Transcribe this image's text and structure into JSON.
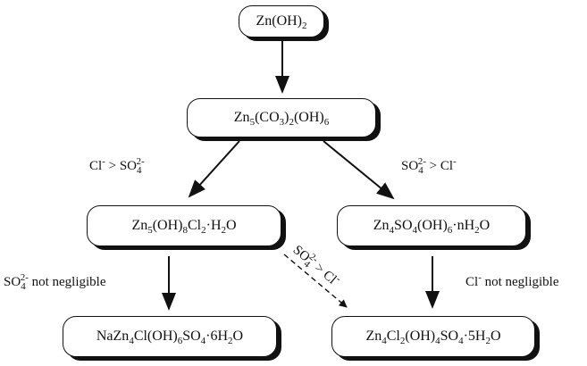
{
  "nodes": {
    "zn_oh2": {
      "text": "Zn(OH)",
      "sub1": "2"
    },
    "carbonate": {
      "p1": "Zn",
      "s1": "5",
      "p2": "(CO",
      "s2": "3",
      "p3": ")",
      "s3": "2",
      "p4": "(OH)",
      "s4": "6"
    },
    "chloride": {
      "p1": "Zn",
      "s1": "5",
      "p2": "(OH)",
      "s2": "8",
      "p3": "Cl",
      "s3": "2",
      "p4": "·H",
      "s4": "2",
      "p5": "O"
    },
    "sulfate": {
      "p1": "Zn",
      "s1": "4",
      "p2": "SO",
      "s2": "4",
      "p3": "(OH)",
      "s3": "6",
      "p4": "·nH",
      "s4": "2",
      "p5": "O"
    },
    "na_salt": {
      "p1": "NaZn",
      "s1": "4",
      "p2": "Cl(OH)",
      "s2": "6",
      "p3": "SO",
      "s3": "4",
      "p4": "·6H",
      "s4": "2",
      "p5": "O"
    },
    "mixed": {
      "p1": "Zn",
      "s1": "4",
      "p2": "Cl",
      "s2": "2",
      "p3": "(OH)",
      "s3": "4",
      "p4": "SO",
      "s4": "4",
      "p5": "·5H",
      "s5": "2",
      "p6": "O"
    }
  },
  "labels": {
    "left_condition": {
      "a": "Cl",
      "a_sup": "-",
      "op": " > ",
      "b": "SO",
      "b_sub": "4",
      "b_sup": "2-"
    },
    "right_condition": {
      "a": "SO",
      "a_sub": "4",
      "a_sup": "2-",
      "op": " > ",
      "b": "Cl",
      "b_sup": "-"
    },
    "diag_condition": {
      "a": "SO",
      "a_sub": "4",
      "a_sup": "2-",
      "op": " > ",
      "b": "Cl",
      "b_sup": "-"
    },
    "sulfate_note": {
      "a": "SO",
      "a_sub": "4",
      "a_sup": "2-",
      "rest": " not negligible"
    },
    "chloride_note": {
      "a": "Cl",
      "a_sup": "-",
      "rest": " not negligible"
    }
  }
}
